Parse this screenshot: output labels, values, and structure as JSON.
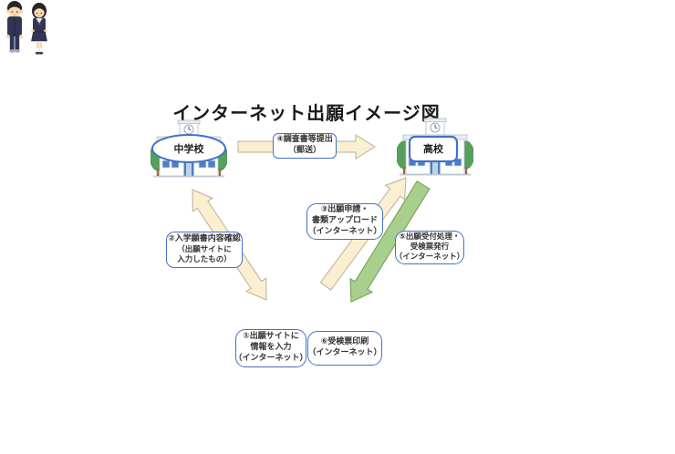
{
  "title": "インターネット出願イメージ図",
  "nodes": {
    "middle_school": {
      "label": "中学校"
    },
    "high_school": {
      "label": "高校"
    }
  },
  "steps": {
    "s1": {
      "lines": [
        "①出願サイトに",
        "情報を入力",
        "（インターネット）"
      ]
    },
    "s2": {
      "lines": [
        "②入学願書内容確認",
        "（出願サイトに",
        "入力したもの）"
      ]
    },
    "s3": {
      "lines": [
        "③出願申請・",
        "書類アップロード",
        "（インターネット）"
      ]
    },
    "s4": {
      "lines": [
        "④調査書等提出",
        "（郵送）"
      ]
    },
    "s5": {
      "lines": [
        "⑤出願受付処理・",
        "受検票発行",
        "（インターネット）"
      ]
    },
    "s6": {
      "lines": [
        "⑥受検票印刷",
        "（インターネット）"
      ]
    }
  },
  "colors": {
    "callout_border": "#4472C4",
    "mail_arrow_fill": "#FAEFD1",
    "internet_upload_arrow_fill": "#FAEFD1",
    "confirm_arrow_fill": "#FAEFD1",
    "issue_arrow_fill": "#A9CF8F"
  }
}
